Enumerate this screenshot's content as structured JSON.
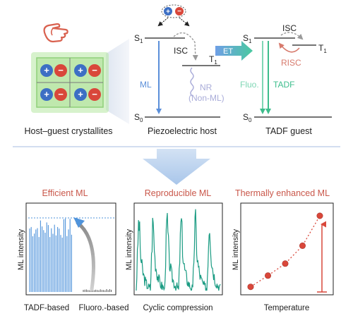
{
  "colors": {
    "ml_blue": "#5b8fd9",
    "nr_lavender": "#a9acd9",
    "tadf_green": "#3dbd8c",
    "et_blue": "#6aa6e3",
    "risc_red": "#d77a6c",
    "title_red": "#c9574a",
    "crystal_green": "#b7e8a2",
    "ion_blue": "#3d6fc4",
    "ion_red": "#d9473a",
    "ml_chart_blue": "#4f93db",
    "cyclic_green": "#1a9b82",
    "temp_point": "#d9473a"
  },
  "top": {
    "host_guest_label": "Host–guest crystallites",
    "piezo": {
      "s1": "S",
      "s1_sub": "1",
      "isc": "ISC",
      "t1": "T",
      "t1_sub": "1",
      "ml": "ML",
      "nr": "NR",
      "non_ml": "(Non-ML)",
      "s0": "S",
      "s0_sub": "0",
      "caption": "Piezoelectric host"
    },
    "et": "ET",
    "tadf": {
      "s1": "S",
      "s1_sub": "1",
      "isc": "ISC",
      "t1": "T",
      "t1_sub": "1",
      "risc": "RISC",
      "fluo": "Fluo.",
      "tadf": "TADF",
      "s0": "S",
      "s0_sub": "0",
      "caption": "TADF guest"
    }
  },
  "panels": {
    "efficient": {
      "title": "Efficient ML",
      "ylabel": "ML intensity",
      "xlabel_left": "TADF-based",
      "xlabel_right": "Fluoro.-based"
    },
    "reproducible": {
      "title": "Reproducible ML",
      "ylabel": "ML intensity",
      "xlabel": "Cyclic compression"
    },
    "thermal": {
      "title": "Thermally enhanced ML",
      "ylabel": "ML intensity",
      "xlabel": "Temperature"
    }
  },
  "chart_data": [
    {
      "type": "bar",
      "title": "Efficient ML",
      "ylabel": "ML intensity",
      "categories": [
        "TADF-based",
        "Fluoro.-based"
      ],
      "values": [
        1.0,
        0.04
      ]
    },
    {
      "type": "line",
      "title": "Reproducible ML",
      "ylabel": "ML intensity",
      "xlabel": "Cyclic compression",
      "peaks": 6
    },
    {
      "type": "scatter",
      "title": "Thermally enhanced ML",
      "ylabel": "ML intensity",
      "xlabel": "Temperature",
      "x": [
        1,
        2,
        3,
        4,
        5
      ],
      "y": [
        0.05,
        0.2,
        0.36,
        0.6,
        1.0
      ]
    }
  ]
}
